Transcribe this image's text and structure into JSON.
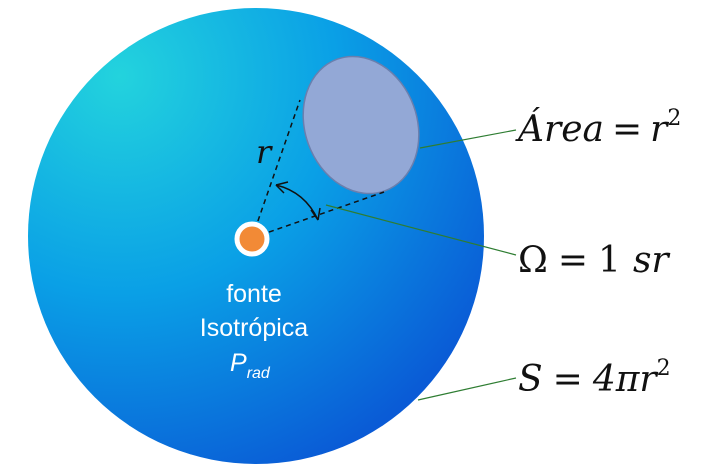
{
  "colors": {
    "sphere_light": "#23d3dd",
    "sphere_mid": "#0aa0e6",
    "sphere_dark": "#0a5bd6",
    "patch_fill": "#93a8d6",
    "patch_stroke": "#6a7fae",
    "source_fill": "#f28a36",
    "source_ring": "#ffffff",
    "leader_line": "#2e7d32"
  },
  "source": {
    "line1": "fonte",
    "line2": "Isotrópica",
    "power_symbol": "P",
    "power_subscript": "rad"
  },
  "labels": {
    "radius": "r",
    "area_lhs": "Área",
    "area_eq": "=",
    "area_rhs": "r",
    "area_exp": "2",
    "solid_angle_lhs": "Ω",
    "solid_angle_eq": "=",
    "solid_angle_num": "1",
    "solid_angle_unit": "sr",
    "surface_lhs": "S",
    "surface_eq": "=",
    "surface_rhs": "4πr",
    "surface_exp": "2"
  }
}
